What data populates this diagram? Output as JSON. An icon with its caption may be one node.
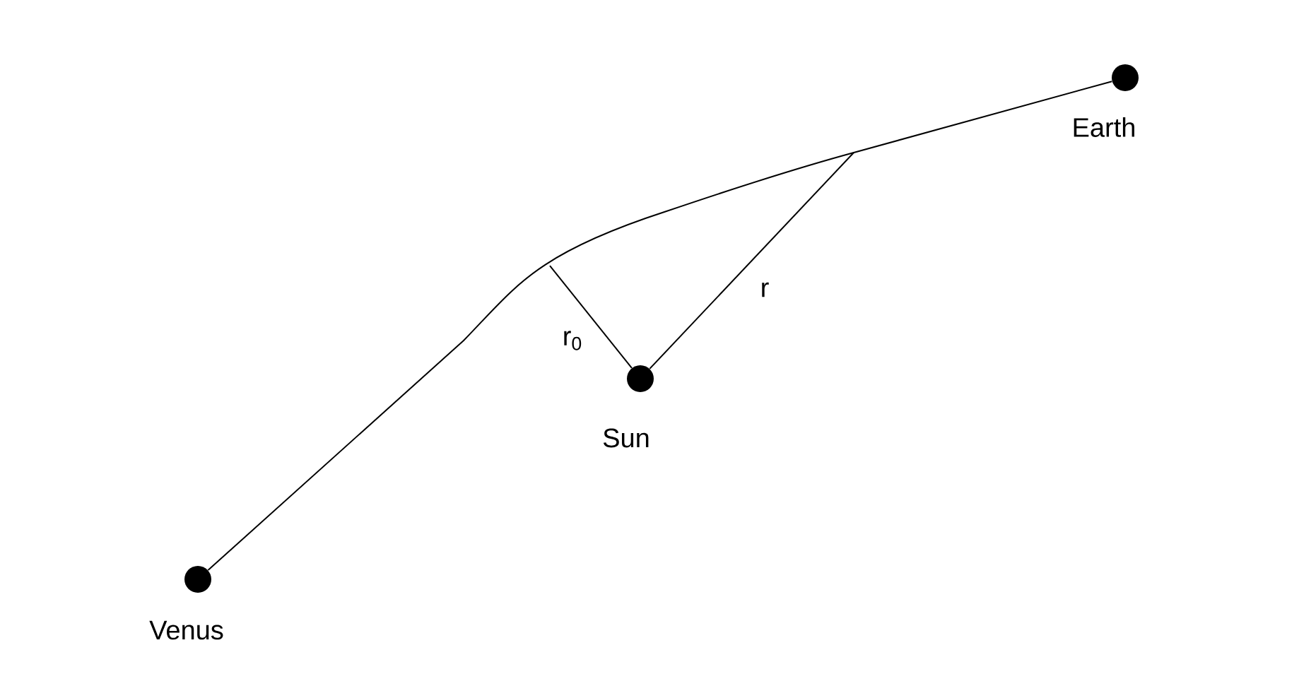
{
  "diagram": {
    "nodes": [
      {
        "text": [],
        "shape": "circle",
        "beside": [
          "Venus"
        ]
      },
      {
        "text": [],
        "shape": "circle",
        "beside": [
          "Sun"
        ]
      },
      {
        "text": [],
        "shape": "circle",
        "beside": [
          "Earth"
        ]
      }
    ],
    "edges": [
      {
        "from": 0,
        "to": 2,
        "arrow": "none"
      },
      {
        "from": 1,
        "to": null,
        "arrow": "none",
        "label": "r$_{0}$"
      },
      {
        "from": 1,
        "to": null,
        "arrow": "none",
        "label": "r"
      }
    ]
  }
}
